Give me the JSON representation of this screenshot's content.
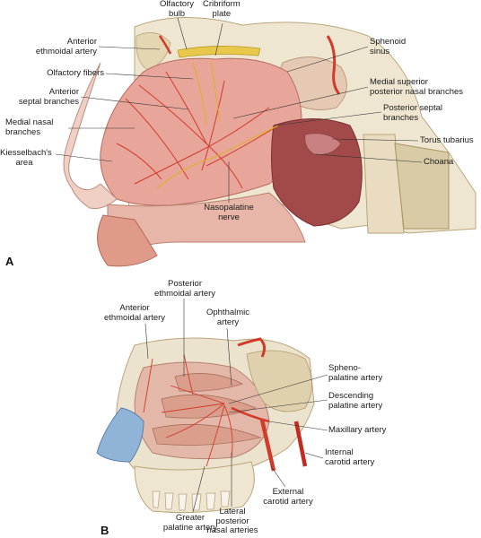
{
  "panel_a": {
    "letter": "A",
    "labels": {
      "olfactory_bulb": [
        "Olfactory",
        "bulb"
      ],
      "cribriform_plate": [
        "Cribriform",
        "plate"
      ],
      "anterior_ethmoidal_artery": [
        "Anterior",
        "ethmoidal artery"
      ],
      "olfactory_fibers": [
        "Olfactory fibers"
      ],
      "anterior_septal_branches": [
        "Anterior",
        "septal branches"
      ],
      "medial_nasal_branches": [
        "Medial nasal",
        "branches"
      ],
      "kiesselbachs_area": [
        "Kiesselbach's",
        "area"
      ],
      "nasopalatine_nerve": [
        "Nasopalatine",
        "nerve"
      ],
      "sphenoid_sinus": [
        "Sphenoid",
        "sinus"
      ],
      "medial_superior_posterior_nasal_branches": [
        "Medial superior",
        "posterior nasal branches"
      ],
      "posterior_septal_branches": [
        "Posterior septal",
        "branches"
      ],
      "torus_tubarius": [
        "Torus tubarius"
      ],
      "choana": [
        "Choana"
      ]
    }
  },
  "panel_b": {
    "letter": "B",
    "labels": {
      "posterior_ethmoidal_artery": [
        "Posterior",
        "ethmoidal artery"
      ],
      "anterior_ethmoidal_artery": [
        "Anterior",
        "ethmoidal artery"
      ],
      "ophthalmic_artery": [
        "Ophthalmic",
        "artery"
      ],
      "sphenopalatine_artery": [
        "Spheno-",
        "palatine artery"
      ],
      "descending_palatine_artery": [
        "Descending",
        "palatine artery"
      ],
      "maxillary_artery": [
        "Maxillary artery"
      ],
      "internal_carotid_artery": [
        "Internal",
        "carotid artery"
      ],
      "external_carotid_artery": [
        "External",
        "carotid artery"
      ],
      "greater_palatine_artery": [
        "Greater",
        "palatine artery"
      ],
      "lateral_posterior_nasal_arteries": [
        "Lateral",
        "posterior",
        "nasal arteries"
      ]
    }
  },
  "colors": {
    "mucosa": "#e8a59a",
    "mucosa_dark": "#c9736a",
    "bone": "#efe6d2",
    "bone_dark": "#c9b98f",
    "artery": "#d23a2a",
    "nerve": "#e0b020",
    "skin": "#f0d0c4",
    "pharynx": "#a24a4a",
    "cartilage_blue": "#8fb4d8"
  }
}
